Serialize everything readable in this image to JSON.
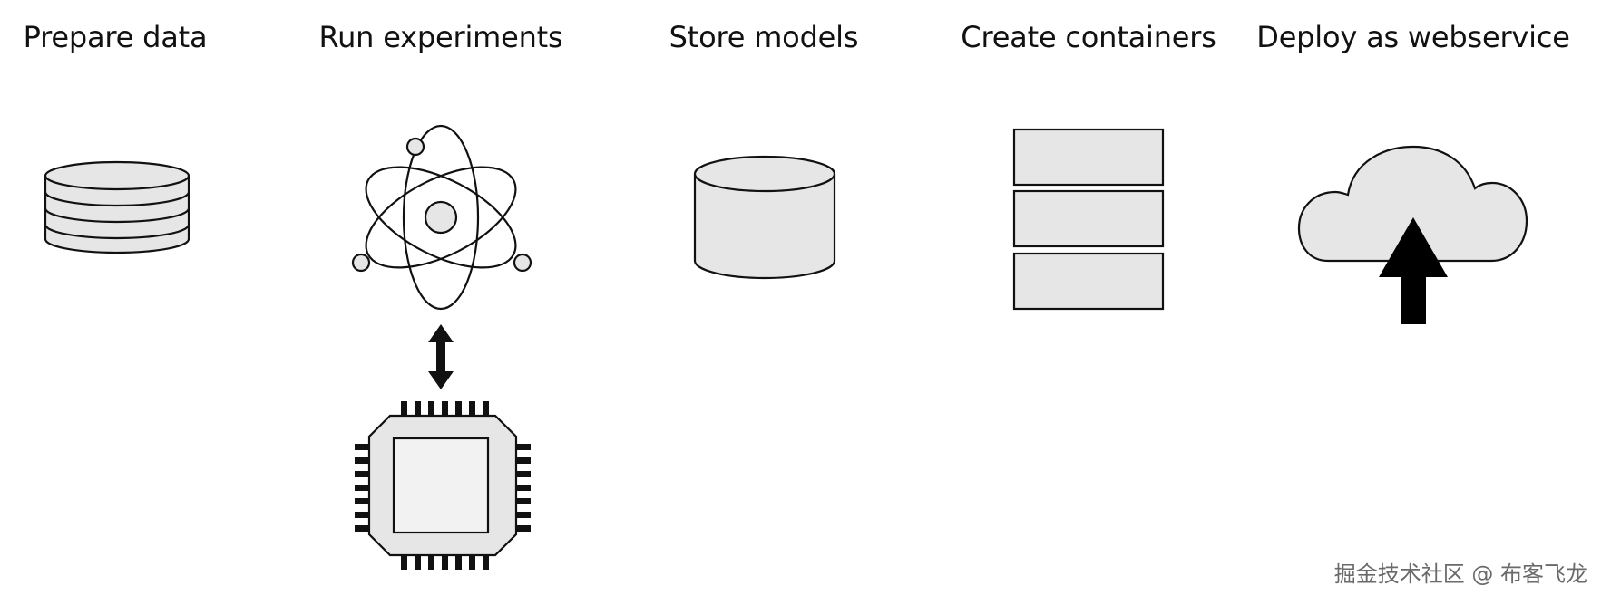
{
  "steps": [
    {
      "title": "Prepare data",
      "icon": "database-stack-icon"
    },
    {
      "title": "Run experiments",
      "icon": "atom-icon",
      "secondary_icon": "cpu-chip-icon",
      "connector": "double-arrow-icon"
    },
    {
      "title": "Store models",
      "icon": "cylinder-storage-icon"
    },
    {
      "title": "Create containers",
      "icon": "container-stack-icon"
    },
    {
      "title": "Deploy as webservice",
      "icon": "cloud-upload-icon"
    }
  ],
  "colors": {
    "fill": "#e6e6e6",
    "stroke": "#111111",
    "background": "#ffffff",
    "watermark": "#6a6a6a"
  },
  "watermark": "掘金技术社区 @ 布客飞龙"
}
